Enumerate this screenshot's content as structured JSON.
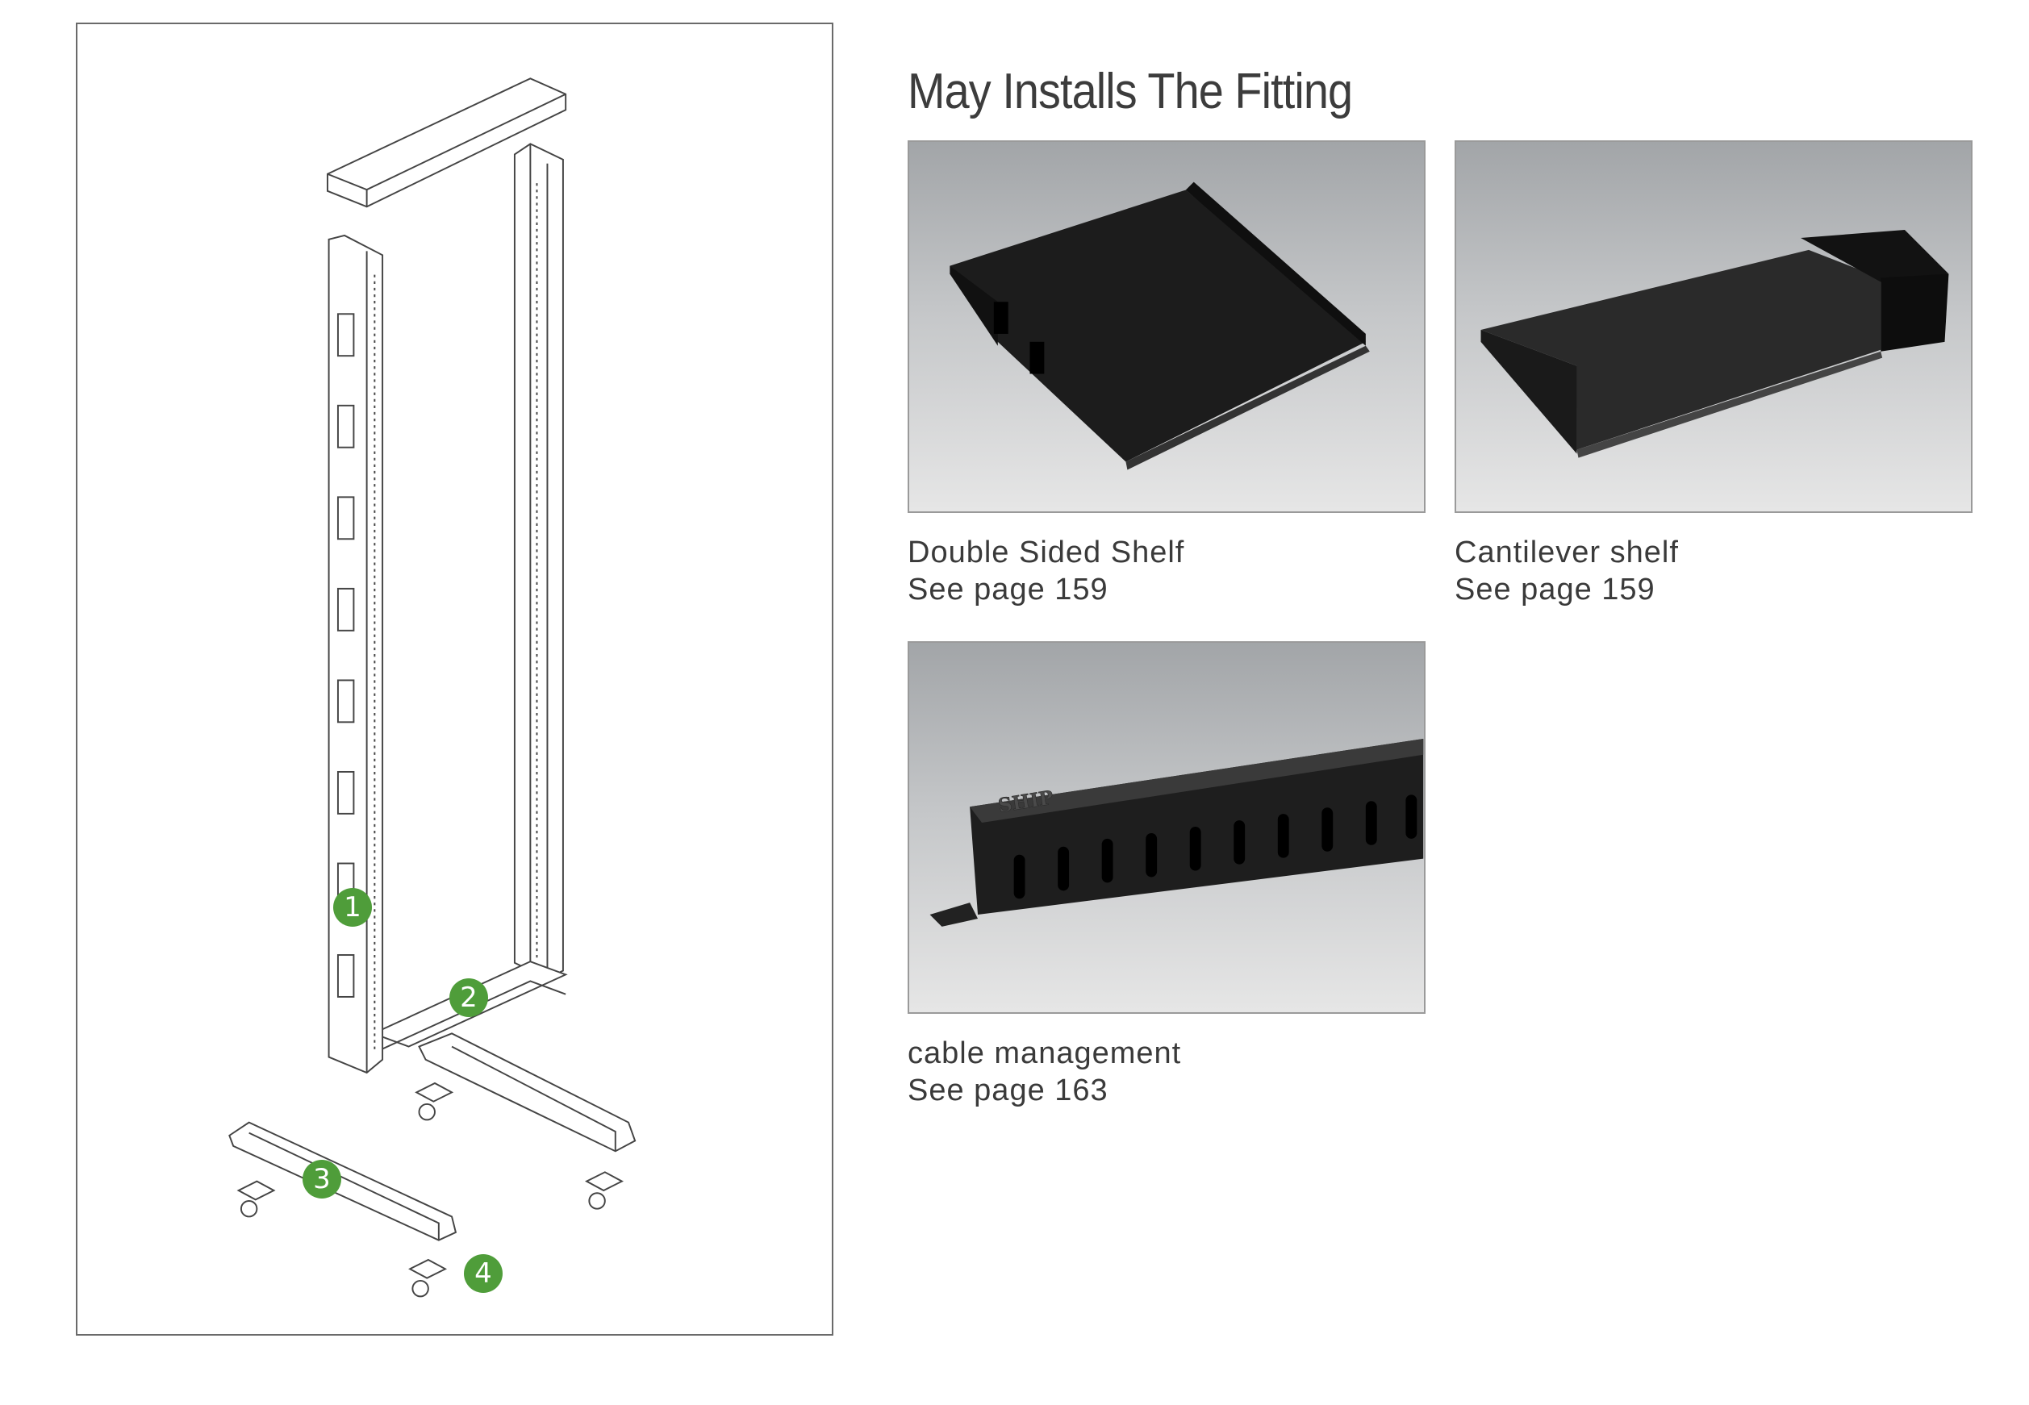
{
  "title": "May Installs The Fitting",
  "diagram": {
    "callouts": [
      "1",
      "2",
      "3",
      "4"
    ],
    "badge_color": "#4f9d3a"
  },
  "fittings": [
    {
      "name": "Double Sided Shelf",
      "page_ref": "See page 159"
    },
    {
      "name": "Cantilever shelf",
      "page_ref": "See page 159"
    },
    {
      "name": "cable management",
      "page_ref": "See page 163",
      "embossed_text": "SHIP"
    }
  ]
}
